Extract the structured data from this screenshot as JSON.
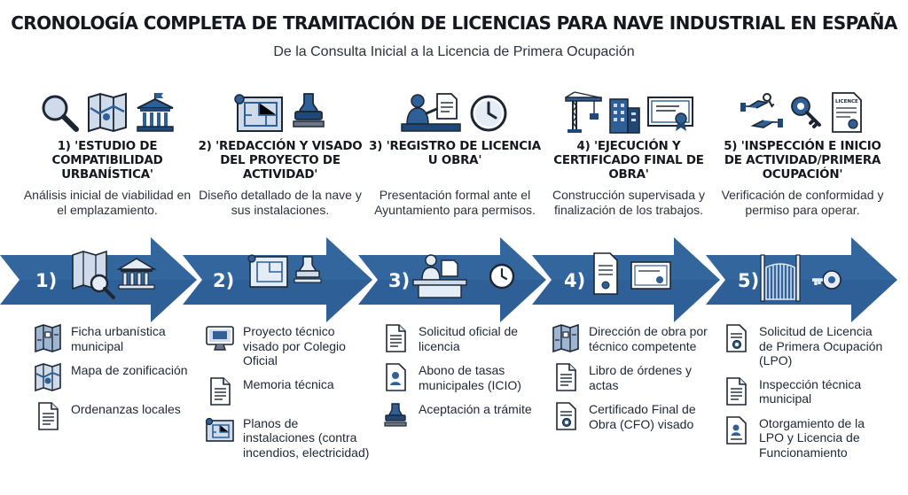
{
  "title": "CRONOLOGÍA COMPLETA DE TRAMITACIÓN DE LICENCIAS PARA NAVE INDUSTRIAL EN ESPAÑA",
  "subtitle": "De la Consulta Inicial a la Licencia de Primera Ocupación",
  "colors": {
    "primary": "#2e5f96",
    "dark": "#1f4878",
    "light": "#e4ecf5",
    "text": "#1d2733"
  },
  "steps": [
    {
      "number": "1)",
      "title": "1) 'ESTUDIO DE COMPATIBILIDAD URBANÍSTICA'",
      "description": "Análisis inicial de viabilidad en el emplazamiento.",
      "icons": [
        "magnifier-icon",
        "map-icon",
        "town-hall-icon"
      ],
      "items": [
        {
          "icon": "map-document-icon",
          "text": "Ficha urbanística municipal"
        },
        {
          "icon": "zoning-map-icon",
          "text": "Mapa de zonificación"
        },
        {
          "icon": "document-icon",
          "text": "Ordenanzas locales"
        }
      ]
    },
    {
      "number": "2)",
      "title": "2) 'REDACCIÓN Y VISADO DEL PROYECTO DE ACTIVIDAD'",
      "description": "Diseño detallado de la nave y sus instalaciones.",
      "icons": [
        "blueprint-icon",
        "stamp-icon"
      ],
      "items": [
        {
          "icon": "monitor-icon",
          "text": "Proyecto técnico visado por Colegio Oficial"
        },
        {
          "icon": "document-icon",
          "text": "Memoria técnica"
        },
        {
          "icon": "blueprint-icon",
          "text": "Planos de instalaciones (contra incendios, electricidad)"
        }
      ]
    },
    {
      "number": "3)",
      "title": "3) 'REGISTRO DE LICENCIA U OBRA'",
      "description": "Presentación formal ante el Ayuntamiento para permisos.",
      "icons": [
        "clerk-icon",
        "clock-icon"
      ],
      "items": [
        {
          "icon": "document-icon",
          "text": "Solicitud oficial de licencia"
        },
        {
          "icon": "fee-payment-icon",
          "text": "Abono de tasas municipales (ICIO)"
        },
        {
          "icon": "stamp-icon",
          "text": "Aceptación a trámite"
        }
      ]
    },
    {
      "number": "4)",
      "title": "4) 'EJECUCIÓN Y CERTIFICADO FINAL DE OBRA'",
      "description": "Construcción supervisada y finalización de los trabajos.",
      "icons": [
        "crane-icon",
        "building-icon",
        "certificate-icon"
      ],
      "items": [
        {
          "icon": "map-document-icon",
          "text": "Dirección de obra por técnico competente"
        },
        {
          "icon": "document-icon",
          "text": "Libro de órdenes y actas"
        },
        {
          "icon": "certified-document-icon",
          "text": "Certificado Final de Obra (CFO) visado"
        }
      ]
    },
    {
      "number": "5)",
      "title": "5) 'INSPECCIÓN E INICIO DE ACTIVIDAD/PRIMERA OCUPACIÓN'",
      "description": "Verificación de conformidad y permiso para operar.",
      "icons": [
        "key-handover-icon",
        "key-icon",
        "licence-icon"
      ],
      "licence_label": "LICENCE",
      "items": [
        {
          "icon": "certified-document-icon",
          "text": "Solicitud de Licencia de Primera Ocupación (LPO)"
        },
        {
          "icon": "document-icon",
          "text": "Inspección técnica municipal"
        },
        {
          "icon": "id-document-icon",
          "text": "Otorgamiento de la LPO y Licencia de Funcionamiento"
        }
      ]
    }
  ]
}
